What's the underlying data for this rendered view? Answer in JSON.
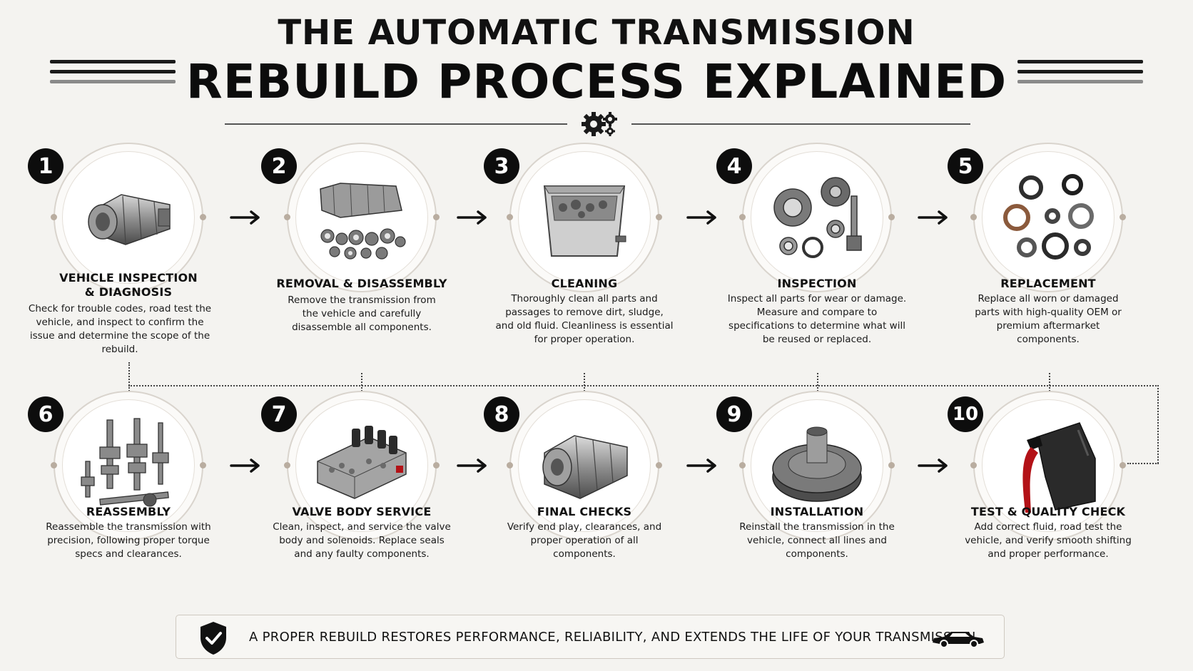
{
  "header": {
    "title_line1": "THE AUTOMATIC TRANSMISSION",
    "title_line2": "REBUILD PROCESS EXPLAINED",
    "divider_icon": "gears-icon"
  },
  "steps": [
    {
      "number": "1",
      "title": "VEHICLE INSPECTION\n& DIAGNOSIS",
      "description": "Check for trouble codes, road test the vehicle, and inspect to confirm the issue and determine the scope of the rebuild.",
      "illustration": "transmission-case-icon"
    },
    {
      "number": "2",
      "title": "REMOVAL & DISASSEMBLY",
      "description": "Remove the transmission from the vehicle and carefully disassemble all components.",
      "illustration": "disassembled-parts-icon"
    },
    {
      "number": "3",
      "title": "CLEANING",
      "description": "Thoroughly clean all parts and passages to remove dirt, sludge, and old fluid. Cleanliness is essential for proper operation.",
      "illustration": "parts-washer-tank-icon"
    },
    {
      "number": "4",
      "title": "INSPECTION",
      "description": "Inspect all parts for wear or damage. Measure and compare to specifications to determine what will be reused or replaced.",
      "illustration": "gears-bearings-icon"
    },
    {
      "number": "5",
      "title": "REPLACEMENT",
      "description": "Replace all worn or damaged parts with high-quality OEM or premium aftermarket components.",
      "illustration": "seals-rings-icon"
    },
    {
      "number": "6",
      "title": "REASSEMBLY",
      "description": "Reassemble the transmission with precision, following proper torque specs and clearances.",
      "illustration": "shafts-gears-icon"
    },
    {
      "number": "7",
      "title": "VALVE BODY SERVICE",
      "description": "Clean, inspect, and service the valve body and solenoids. Replace seals and any faulty components.",
      "illustration": "valve-body-icon"
    },
    {
      "number": "8",
      "title": "FINAL CHECKS",
      "description": "Verify end play, clearances, and proper operation of all components.",
      "illustration": "assembled-transmission-icon"
    },
    {
      "number": "9",
      "title": "INSTALLATION",
      "description": "Reinstall the transmission in the vehicle, connect all lines and components.",
      "illustration": "torque-converter-icon"
    },
    {
      "number": "10",
      "title": "TEST & QUALITY CHECK",
      "description": "Add correct fluid, road test the vehicle, and verify smooth shifting and proper performance.",
      "illustration": "fluid-bottle-pour-icon"
    }
  ],
  "footer": {
    "text": "A PROPER REBUILD RESTORES PERFORMANCE, RELIABILITY, AND EXTENDS THE LIFE OF YOUR TRANSMISSION.",
    "left_icon": "shield-check-icon",
    "right_icon": "car-icon"
  },
  "colors": {
    "background": "#f4f3f0",
    "badge": "#0d0d0d",
    "ring": "#d9d4cd",
    "fluid": "#b31217"
  }
}
